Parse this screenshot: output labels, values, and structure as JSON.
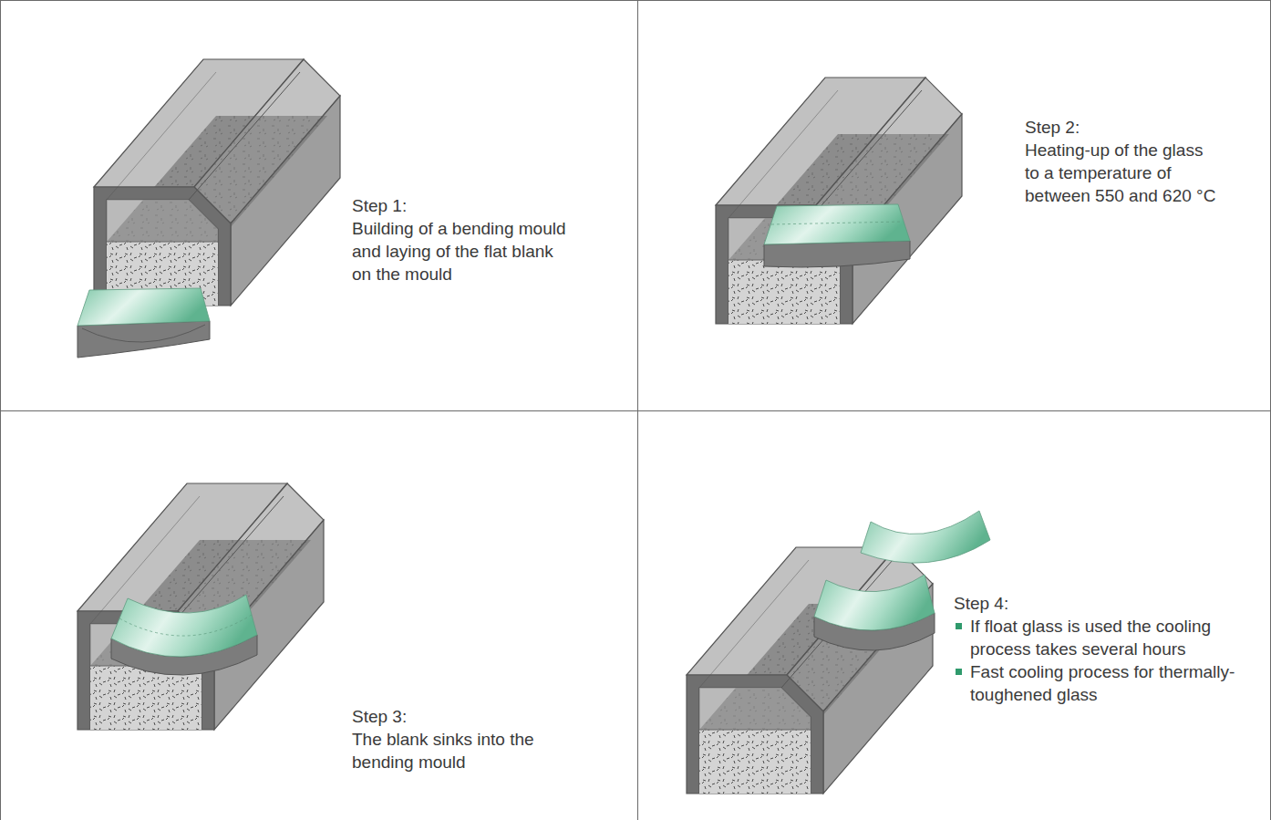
{
  "diagram": {
    "nodes": [
      {
        "text": [
          "Step 1:",
          "Building of a bending mould and laying of the flat blank on the mould"
        ]
      },
      {
        "text": [
          "Step 2:",
          "Heating-up of the glass to a temperature of between 550 and 620 °C"
        ]
      },
      {
        "text": [
          "Step 3:",
          "The blank sinks into the bending mould"
        ]
      },
      {
        "text": [
          "Step 4:",
          "If float glass is used the cooling process takes several hours",
          "Fast cooling process for thermally-toughened glass"
        ]
      }
    ]
  }
}
